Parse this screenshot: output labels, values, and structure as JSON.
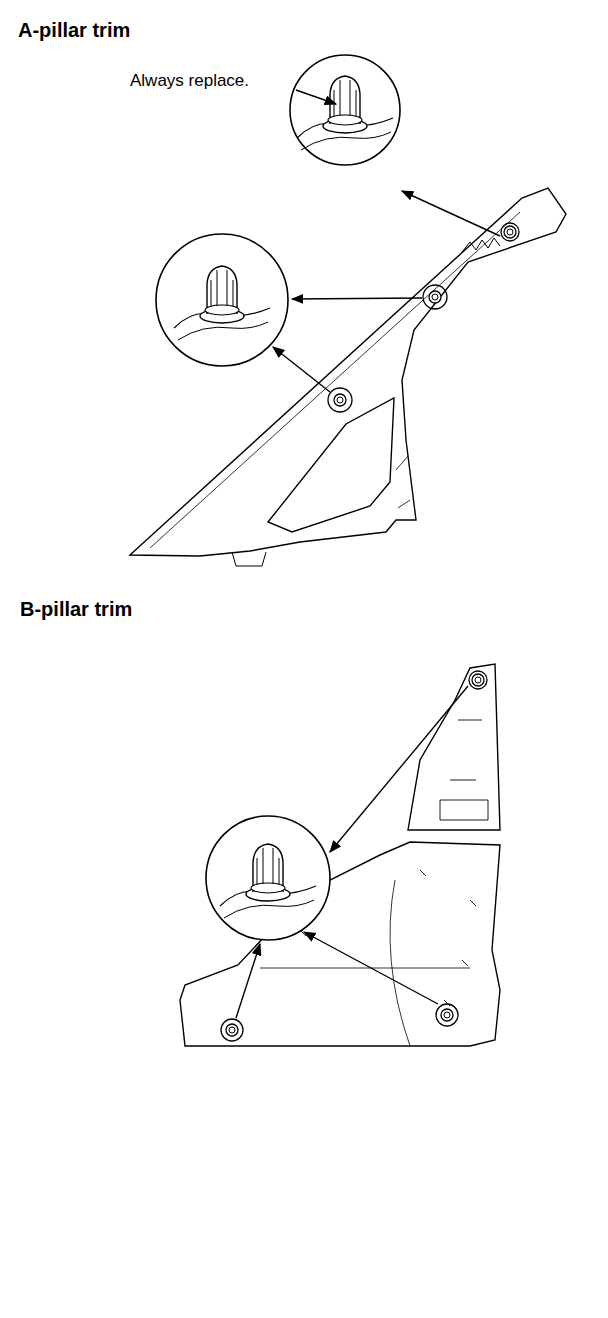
{
  "diagram": {
    "labels": [
      "A-pillar trim",
      "Always replace.",
      "B-pillar trim"
    ]
  }
}
